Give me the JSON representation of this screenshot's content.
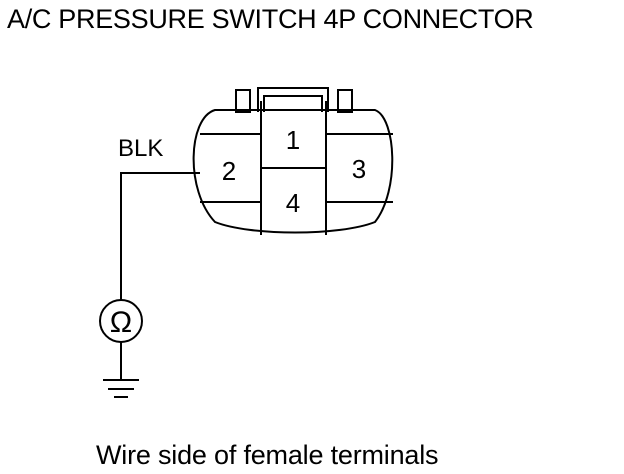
{
  "diagram": {
    "title": "A/C PRESSURE SWITCH 4P CONNECTOR",
    "caption": "Wire side of female terminals",
    "wire_label": "BLK",
    "terminals": {
      "t1": "1",
      "t2": "2",
      "t3": "3",
      "t4": "4"
    },
    "meter_symbol": "Ω"
  }
}
